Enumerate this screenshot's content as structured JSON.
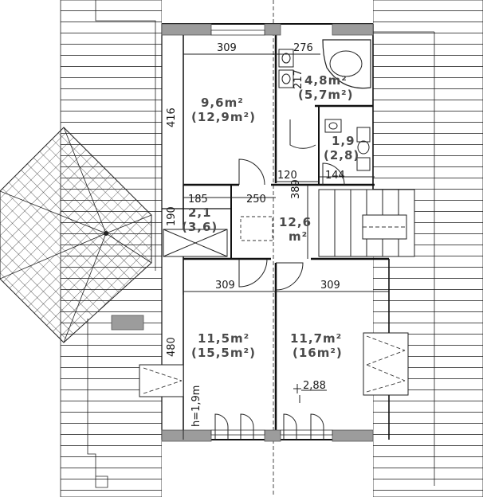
{
  "plan": {
    "rooms": [
      {
        "id": "room-top-left",
        "area": "9,6m²",
        "area_alt": "(12,9m²)"
      },
      {
        "id": "bathroom",
        "area": "4,8m²",
        "area_alt": "(5,7m²)"
      },
      {
        "id": "wc",
        "area": "1,9",
        "area_alt": "(2,8)"
      },
      {
        "id": "closet",
        "area": "2,1",
        "area_alt": "(3,6)"
      },
      {
        "id": "hall",
        "area": "12,6",
        "area_alt": "m²"
      },
      {
        "id": "room-bottom-left",
        "area": "11,5m²",
        "area_alt": "(15,5m²)"
      },
      {
        "id": "room-bottom-right",
        "area": "11,7m²",
        "area_alt": "(16m²)"
      }
    ],
    "dimensions": {
      "top_left_width": "309",
      "top_left_height": "416",
      "bath_width": "276",
      "bath_height": "217",
      "wc_width": "144",
      "wc_partition": "120",
      "hall_depth": "389",
      "closet_width": "185",
      "hall_width": "250",
      "closet_height": "190",
      "bottom_left_width": "309",
      "bottom_right_width": "309",
      "bottom_left_height": "480"
    },
    "annotations": {
      "ceiling_height": "h=1,9m",
      "level": "2,88"
    }
  }
}
